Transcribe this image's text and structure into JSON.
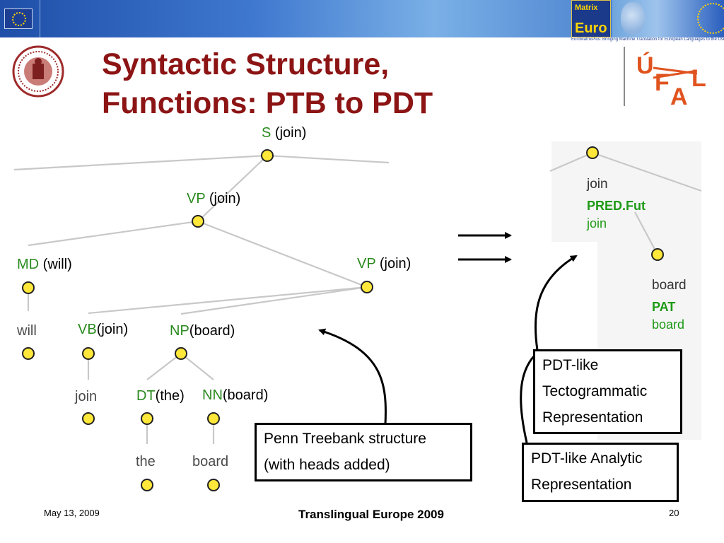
{
  "header": {
    "tagline": "EuroMatrixPlus: Bringing Machine Translation for European Languages to the User",
    "logo_text_1": "Matrix",
    "logo_text_2": "Euro"
  },
  "title": {
    "line1": "Syntactic Structure,",
    "line2": "Functions: PTB to PDT"
  },
  "ptb_tree": {
    "s": {
      "cat": "S",
      "head": "(join)"
    },
    "vp1": {
      "cat": "VP",
      "head": "(join)"
    },
    "md": {
      "cat": "MD",
      "head": "(will)"
    },
    "vp2": {
      "cat": "VP",
      "head": "(join)"
    },
    "vb": {
      "cat": "VB",
      "head": "(join)"
    },
    "np": {
      "cat": "NP",
      "head": "(board)"
    },
    "dt": {
      "cat": "DT",
      "head": "(the)"
    },
    "nn": {
      "cat": "NN",
      "head": "(board)"
    },
    "leaf_will": "will",
    "leaf_join": "join",
    "leaf_the": "the",
    "leaf_board": "board"
  },
  "tecto_tree": {
    "root": {
      "lemma": "join",
      "functor": "PRED.Fut",
      "form": "join"
    },
    "child": {
      "lemma": "board",
      "functor": "PAT",
      "form": "board"
    }
  },
  "boxes": {
    "ptb": {
      "line1": "Penn Treebank structure",
      "line2": "(with heads added)"
    },
    "tecto": {
      "line1": "PDT-like",
      "line2": "Tectogrammatic",
      "line3": "Representation"
    },
    "analytic": {
      "line1": "PDT-like Analytic",
      "line2": "Representation"
    }
  },
  "arrows_symbol": "→",
  "footer": {
    "date": "May 13, 2009",
    "event": "Translingual Europe 2009",
    "page": "20"
  },
  "colors": {
    "title": "#8c1414",
    "category": "#2a8a1e",
    "node_fill": "#ffe83a",
    "banner": "#2f66c0"
  }
}
